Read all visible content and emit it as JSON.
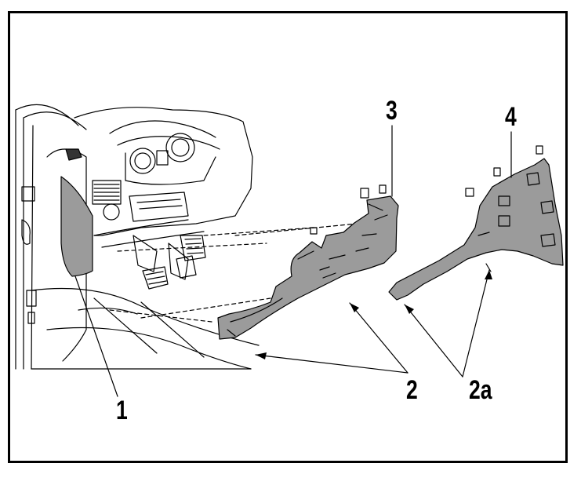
{
  "callouts": {
    "c1": "1",
    "c2": "2",
    "c2a": "2a",
    "c3": "3",
    "c4": "4"
  },
  "colors": {
    "panel_fill": "#9b9b9b",
    "line": "#000000",
    "background": "#ffffff"
  }
}
